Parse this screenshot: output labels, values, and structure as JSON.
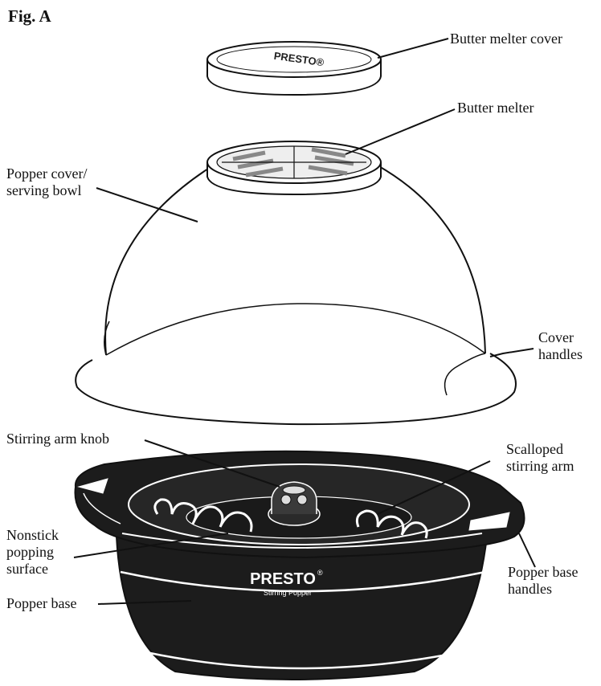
{
  "figure": {
    "title": "Fig. A"
  },
  "labels": {
    "butter_melter_cover": "Butter melter cover",
    "butter_melter": "Butter melter",
    "popper_cover": "Popper cover/\nserving bowl",
    "cover_handles": "Cover\nhandles",
    "stirring_arm_knob": "Stirring arm knob",
    "scalloped_stirring_arm": "Scalloped\nstirring arm",
    "nonstick_surface": "Nonstick\npopping\nsurface",
    "popper_base_handles": "Popper base\nhandles",
    "popper_base": "Popper base"
  },
  "branding": {
    "cover_logo": "PRESTO®",
    "base_logo": "PRESTO",
    "base_logo_mark": "®",
    "base_sublabel": "Stirring Popper"
  },
  "colors": {
    "ink": "#111111",
    "base_fill": "#1c1c1c",
    "paper": "#ffffff"
  }
}
